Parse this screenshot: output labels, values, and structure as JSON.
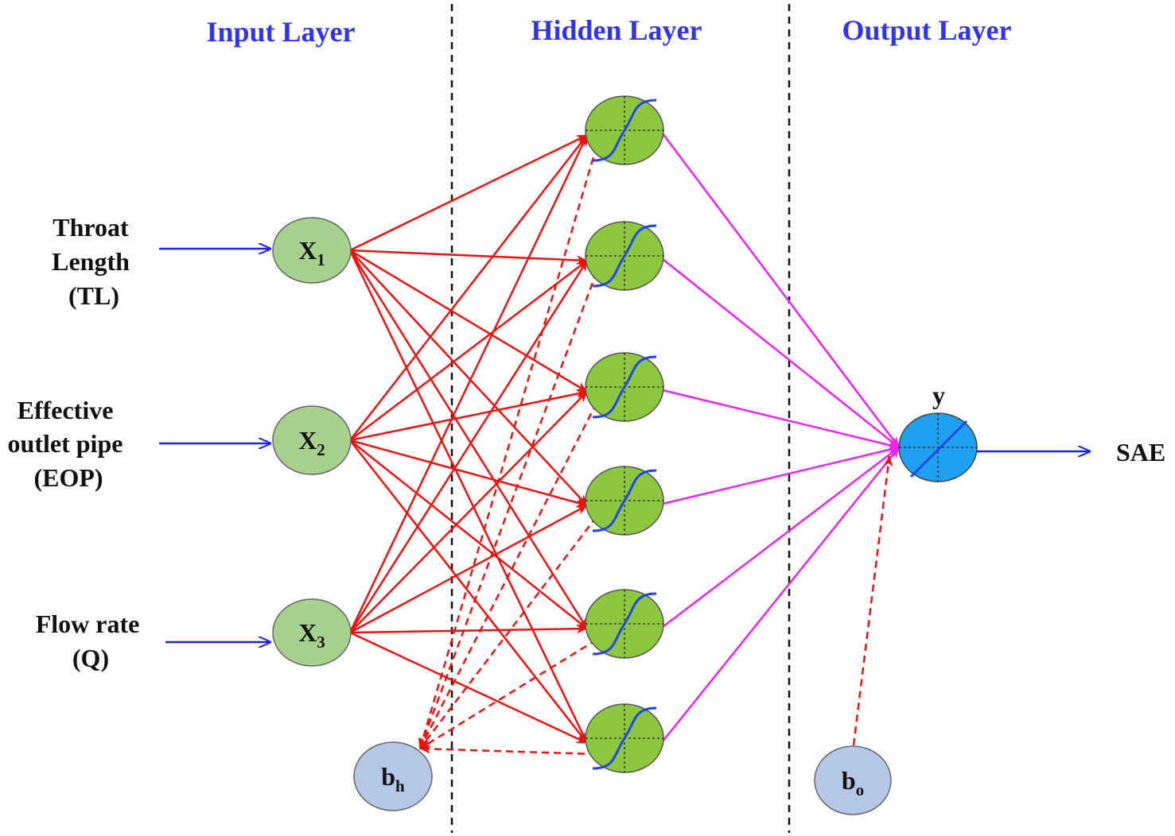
{
  "layer_titles": {
    "input": "Input Layer",
    "hidden": "Hidden Layer",
    "output": "Output Layer"
  },
  "inputs": [
    {
      "label_lines": [
        "Throat",
        "Length",
        "(TL)"
      ],
      "node_main": "X",
      "node_sub": "1"
    },
    {
      "label_lines": [
        "Effective",
        "outlet pipe",
        "(EOP)"
      ],
      "node_main": "X",
      "node_sub": "2"
    },
    {
      "label_lines": [
        "Flow rate",
        "(Q)"
      ],
      "node_main": "X",
      "node_sub": "3"
    }
  ],
  "hidden": {
    "neuron_count": 6,
    "activation_icon": "sigmoid-curve-icon"
  },
  "bias_hidden": {
    "main": "b",
    "sub": "h"
  },
  "bias_output": {
    "main": "b",
    "sub": "o"
  },
  "output": {
    "node_label": "y",
    "activation_icon": "linear-activation-icon",
    "label": "SAE"
  },
  "colors": {
    "layer_title": "#3333ee",
    "input_node": "#a9d18e",
    "hidden_node": "#8dc63f",
    "output_node": "#1fa0f0",
    "bias_node": "#b4c7e7",
    "input_arrow": "#2222dd",
    "input_to_hidden": "#ee1111",
    "hidden_to_output": "#ee22ee",
    "bias_connection": "#ee1111",
    "divider": "#111111",
    "activation_curve": "#2244ee"
  }
}
